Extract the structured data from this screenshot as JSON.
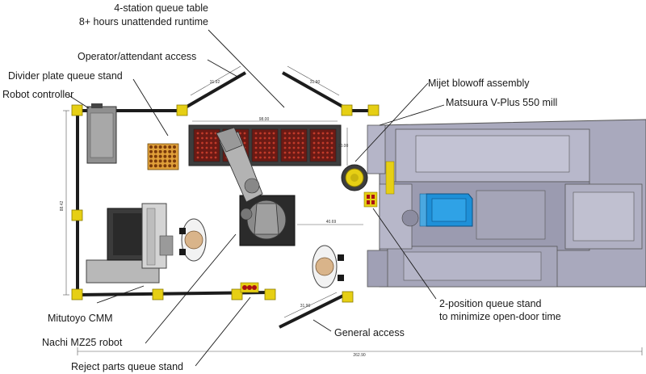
{
  "callouts": {
    "queue_table_line1": "4-station queue table",
    "queue_table_line2": "8+ hours unattended runtime",
    "operator_access": "Operator/attendant access",
    "divider_plate_stand": "Divider plate queue stand",
    "robot_controller": "Robot controller",
    "mijet_blowoff": "Mijet blowoff assembly",
    "matsuura_mill": "Matsuura V-Plus 550 mill",
    "queue_stand_line1": "2-position queue stand",
    "queue_stand_line2": "to minimize open-door time",
    "general_access": "General access",
    "mitutoyo_cmm": "Mitutoyo CMM",
    "nachi_robot": "Nachi MZ25 robot",
    "reject_parts_stand": "Reject parts queue stand"
  },
  "dimensions": {
    "table_width": "98.00",
    "table_depth": "30.00",
    "door_left": "31.92",
    "door_right": "31.90",
    "cell_height": "88.42",
    "robot_to_mill": "40.69",
    "general_door": "31.90",
    "overall_width": "262.90"
  },
  "colors": {
    "fence_post": "#e6cf14",
    "fence_rail": "#1c1c1c",
    "mill_body": "#a9a9bd",
    "pallet": "#1e90d8",
    "robot": "#9a9a9a",
    "queue_table": "#3d3d3d",
    "queue_station": "#6b1a14"
  }
}
